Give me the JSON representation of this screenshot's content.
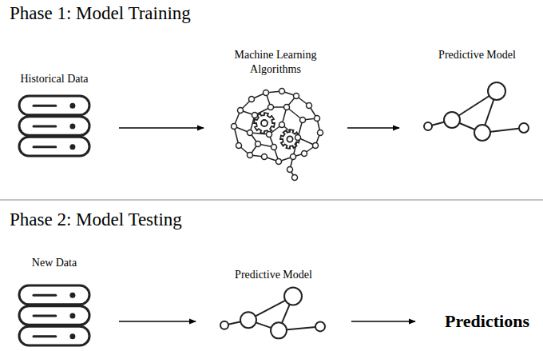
{
  "diagram": {
    "nodes": [
      {
        "text": [
          "Historical Data"
        ]
      },
      {
        "text": [
          "Machine Learning Algorithms"
        ]
      },
      {
        "text": [
          "Predictive Model"
        ]
      },
      {
        "text": [
          "New Data"
        ]
      },
      {
        "text": [
          "Predictive Model"
        ]
      },
      {
        "text": [
          "Predictions"
        ]
      }
    ],
    "edges": [
      {
        "from": 0,
        "to": 1,
        "arrow": "to"
      },
      {
        "from": 1,
        "to": 2,
        "arrow": "to"
      },
      {
        "from": 3,
        "to": 4,
        "arrow": "to"
      },
      {
        "from": 4,
        "to": 5,
        "arrow": "to"
      }
    ],
    "labels": [
      "Phase 1: Model Training",
      "Phase 2: Model Testing"
    ]
  }
}
